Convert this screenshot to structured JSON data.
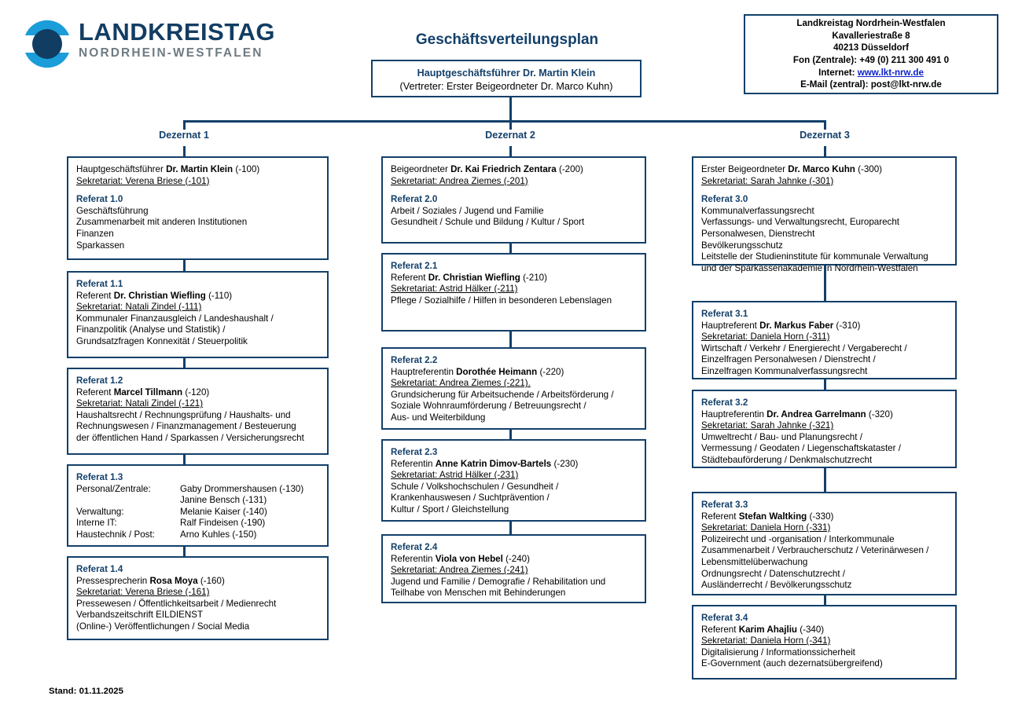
{
  "logo": {
    "main": "LANDKREISTAG",
    "sub": "NORDRHEIN-WESTFALEN",
    "colors": {
      "dark": "#123d63",
      "light": "#1b9dd9",
      "grey": "#6f7b83"
    }
  },
  "title": "Geschäftsverteilungsplan",
  "contact": {
    "line1": "Landkreistag Nordrhein-Westfalen",
    "line2": "Kavalleriestraße 8",
    "line3": "40213 Düsseldorf",
    "line4": "Fon (Zentrale): +49 (0) 211 300 491 0",
    "line5_label": "Internet: ",
    "line5_link": "www.lkt-nrw.de",
    "line6": "E-Mail (zentral): post@lkt-nrw.de"
  },
  "root": {
    "line1": "Hauptgeschäftsführer Dr. Martin Klein",
    "line2": "(Vertreter: Erster Beigeordneter Dr. Marco Kuhn)"
  },
  "dezernate": [
    {
      "label": "Dezernat 1"
    },
    {
      "label": "Dezernat 2"
    },
    {
      "label": "Dezernat 3"
    }
  ],
  "d1": {
    "head": {
      "role": "Hauptgeschäftsführer ",
      "name": "Dr. Martin Klein",
      "ext": " (-100)",
      "sekretariat": "Sekretariat: Verena Briese (-101)",
      "referat": "Referat 1.0",
      "tasks": [
        "Geschäftsführung",
        "Zusammenarbeit mit anderen Institutionen",
        "Finanzen",
        "Sparkassen"
      ]
    },
    "r11": {
      "referat": "Referat 1.1",
      "role": "Referent ",
      "name": "Dr. Christian Wiefling",
      "ext": " (-110)",
      "sekretariat": "Sekretariat: Natali Zindel (-111)",
      "tasks": [
        "Kommunaler Finanzausgleich / Landeshaushalt /",
        "Finanzpolitik (Analyse und Statistik) /",
        "Grundsatzfragen Konnexität / Steuerpolitik"
      ]
    },
    "r12": {
      "referat": "Referat 1.2",
      "role": "Referent ",
      "name": "Marcel Tillmann",
      "ext": " (-120)",
      "sekretariat": "Sekretariat: Natali Zindel (-121)",
      "tasks": [
        "Haushaltsrecht / Rechnungsprüfung / Haushalts- und",
        "Rechnungswesen / Finanzmanagement / Besteuerung",
        "der öffentlichen Hand / Sparkassen / Versicherungsrecht"
      ]
    },
    "r13": {
      "referat": "Referat 1.3",
      "rows": [
        {
          "label": "Personal/Zentrale:",
          "value": "Gaby Drommershausen (-130)"
        },
        {
          "label": "",
          "value": "Janine Bensch (-131)"
        },
        {
          "label": "Verwaltung:",
          "value": "Melanie Kaiser (-140)"
        },
        {
          "label": "Interne IT:",
          "value": "Ralf Findeisen (-190)"
        },
        {
          "label": "Haustechnik / Post:",
          "value": "Arno Kuhles (-150)"
        }
      ]
    },
    "r14": {
      "referat": "Referat 1.4",
      "role": "Pressesprecherin ",
      "name": "Rosa Moya",
      "ext": " (-160)",
      "sekretariat": "Sekretariat: Verena Briese (-161)",
      "tasks": [
        "Pressewesen / Öffentlichkeitsarbeit / Medienrecht",
        "Verbandszeitschrift EILDIENST",
        "(Online-) Veröffentlichungen / Social Media"
      ]
    }
  },
  "d2": {
    "head": {
      "role": "Beigeordneter ",
      "name": "Dr. Kai Friedrich Zentara",
      "ext": " (-200)",
      "sekretariat": "Sekretariat: Andrea Ziemes (-201)",
      "referat": "Referat 2.0",
      "tasks": [
        "Arbeit / Soziales / Jugend und Familie",
        "Gesundheit / Schule und Bildung / Kultur / Sport"
      ]
    },
    "r21": {
      "referat": "Referat 2.1",
      "role": "Referent ",
      "name": "Dr. Christian Wiefling",
      "ext": " (-210)",
      "sekretariat": "Sekretariat: Astrid Hälker (-211)",
      "tasks": [
        "Pflege / Sozialhilfe / Hilfen in besonderen Lebenslagen"
      ]
    },
    "r22": {
      "referat": "Referat 2.2",
      "role": "Hauptreferentin ",
      "name": "Dorothée Heimann",
      "ext": " (-220)",
      "sekretariat": "Sekretariat: Andrea Ziemes (-221).",
      "tasks": [
        "Grundsicherung für Arbeitsuchende / Arbeitsförderung /",
        "Soziale Wohnraumförderung / Betreuungsrecht /",
        "Aus- und Weiterbildung"
      ]
    },
    "r23": {
      "referat": "Referat 2.3",
      "role": "Referentin ",
      "name": "Anne Katrin Dimov-Bartels",
      "ext": " (-230)",
      "sekretariat": "Sekretariat: Astrid Hälker (-231)",
      "tasks": [
        "Schule / Volkshochschulen / Gesundheit /",
        "Krankenhauswesen / Suchtprävention /",
        "Kultur / Sport / Gleichstellung"
      ]
    },
    "r24": {
      "referat": "Referat 2.4",
      "role": "Referentin ",
      "name": "Viola von Hebel",
      "ext": " (-240)",
      "sekretariat": "Sekretariat: Andrea Ziemes (-241)",
      "tasks": [
        "Jugend und Familie / Demografie / Rehabilitation und",
        "Teilhabe von Menschen mit Behinderungen"
      ]
    }
  },
  "d3": {
    "head": {
      "role": "Erster Beigeordneter ",
      "name": "Dr. Marco Kuhn",
      "ext": " (-300)",
      "sekretariat": "Sekretariat: Sarah Jahnke (-301)",
      "referat": "Referat 3.0",
      "tasks": [
        "Kommunalverfassungsrecht",
        "Verfassungs- und Verwaltungsrecht, Europarecht",
        "Personalwesen, Dienstrecht",
        "Bevölkerungsschutz",
        "Leitstelle der Studieninstitute für kommunale Verwaltung",
        "und der Sparkassenakademie in Nordrhein-Westfalen"
      ]
    },
    "r31": {
      "referat": "Referat 3.1",
      "role": "Hauptreferent ",
      "name": "Dr. Markus Faber",
      "ext": " (-310)",
      "sekretariat": "Sekretariat: Daniela Horn (-311)",
      "tasks": [
        "Wirtschaft / Verkehr / Energierecht / Vergaberecht /",
        "Einzelfragen Personalwesen / Dienstrecht /",
        "Einzelfragen Kommunalverfassungsrecht"
      ]
    },
    "r32": {
      "referat": "Referat 3.2",
      "role": "Hauptreferentin ",
      "name": "Dr. Andrea Garrelmann",
      "ext": " (-320)",
      "sekretariat": "Sekretariat: Sarah Jahnke (-321)",
      "tasks": [
        "Umweltrecht / Bau- und Planungsrecht /",
        "Vermessung / Geodaten / Liegenschaftskataster /",
        "Städtebauförderung / Denkmalschutzrecht"
      ]
    },
    "r33": {
      "referat": "Referat 3.3",
      "role": "Referent ",
      "name": "Stefan Waltking",
      "ext": " (-330)",
      "sekretariat": "Sekretariat: Daniela Horn (-331)",
      "tasks": [
        "Polizeirecht und -organisation / Interkommunale",
        "Zusammenarbeit / Verbraucherschutz / Veterinärwesen /",
        "Lebensmittelüberwachung",
        "Ordnungsrecht / Datenschutzrecht /",
        "Ausländerrecht / Bevölkerungsschutz"
      ]
    },
    "r34": {
      "referat": "Referat 3.4",
      "role": "Referent ",
      "name": "Karim Ahajliu",
      "ext": " (-340)",
      "sekretariat": "Sekretariat: Daniela Horn (-341)",
      "tasks": [
        "Digitalisierung / Informationssicherheit",
        "E-Government (auch dezernatsübergreifend)"
      ]
    }
  },
  "stand": "Stand: 01.11.2025"
}
